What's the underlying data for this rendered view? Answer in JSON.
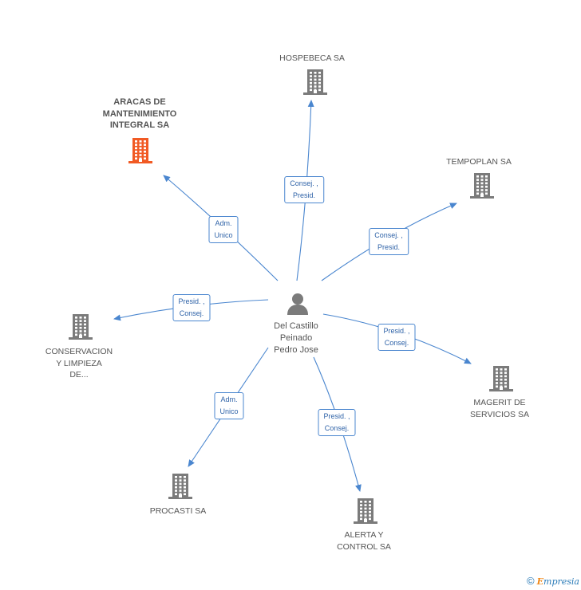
{
  "center": {
    "name": "Del Castillo\nPeinado\nPedro Jose"
  },
  "companies": [
    {
      "id": "hospebeca",
      "name": "HOSPEBECA SA",
      "highlight": false
    },
    {
      "id": "aracas",
      "name": "ARACAS DE\nMANTENIMIENTO\nINTEGRAL SA",
      "highlight": true
    },
    {
      "id": "tempoplan",
      "name": "TEMPOPLAN SA",
      "highlight": false
    },
    {
      "id": "conservacion",
      "name": "CONSERVACION\nY LIMPIEZA\nDE...",
      "highlight": false
    },
    {
      "id": "magerit",
      "name": "MAGERIT DE\nSERVICIOS SA",
      "highlight": false
    },
    {
      "id": "procasti",
      "name": "PROCASTI SA",
      "highlight": false
    },
    {
      "id": "alerta",
      "name": "ALERTA Y\nCONTROL SA",
      "highlight": false
    }
  ],
  "relations": [
    {
      "to": "hospebeca",
      "label": "Consej. ,\nPresid."
    },
    {
      "to": "aracas",
      "label": "Adm.\nUnico"
    },
    {
      "to": "tempoplan",
      "label": "Consej. ,\nPresid."
    },
    {
      "to": "conservacion",
      "label": "Presid. ,\nConsej."
    },
    {
      "to": "magerit",
      "label": "Presid. ,\nConsej."
    },
    {
      "to": "procasti",
      "label": "Adm.\nUnico"
    },
    {
      "to": "alerta",
      "label": "Presid. ,\nConsej."
    }
  ],
  "colors": {
    "edge": "#4a86cf",
    "building": "#7b7b7b",
    "building_highlight": "#f15a24",
    "person": "#7b7b7b"
  },
  "footer": {
    "copyright": "©",
    "brand_first": "E",
    "brand_rest": "mpresia"
  }
}
